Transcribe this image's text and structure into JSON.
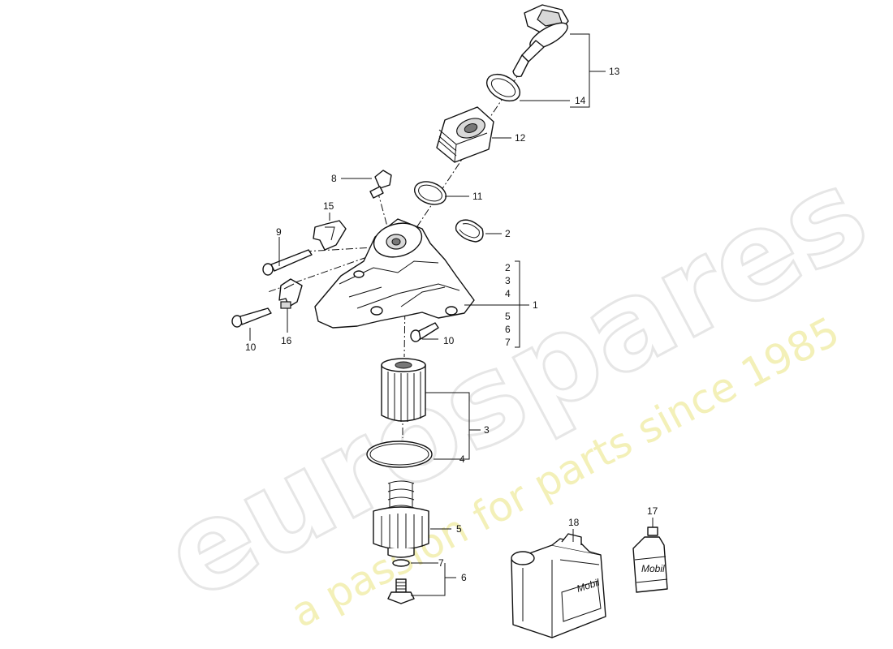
{
  "watermark": {
    "brand": "eurospares",
    "tagline": "a passion for parts since 1985",
    "brand_color": "#e8e8e8",
    "tagline_color": "#f3f0b8"
  },
  "callouts": {
    "c13": "13",
    "c14": "14",
    "c12": "12",
    "c8": "8",
    "c11": "11",
    "c15": "15",
    "c2": "2",
    "c9": "9",
    "g2": "2",
    "g3": "3",
    "g4": "4",
    "c1": "1",
    "g5": "5",
    "g6": "6",
    "g7": "7",
    "c10a": "10",
    "c16": "16",
    "c10b": "10",
    "c3": "3",
    "c4": "4",
    "c5": "5",
    "c7": "7",
    "c6": "6",
    "c18": "18",
    "c17": "17"
  },
  "labels": {
    "canister_brand": "Mobil",
    "bottle_brand": "Mobil"
  }
}
